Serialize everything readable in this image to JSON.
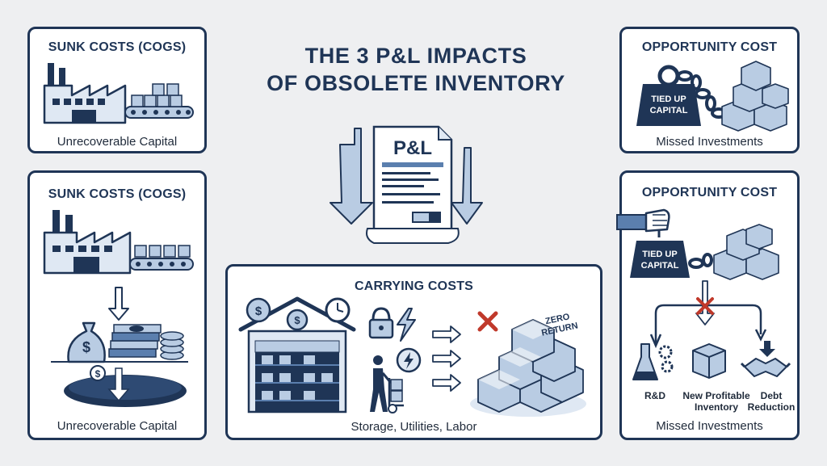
{
  "title": {
    "line1": "THE 3 P&L IMPACTS",
    "line2": "OF OBSOLETE INVENTORY"
  },
  "pnl_document": {
    "label": "P&L"
  },
  "panels": {
    "top_left": {
      "title": "SUNK COSTS (COGS)",
      "caption": "Unrecoverable Capital"
    },
    "bottom_left": {
      "title": "SUNK COSTS (COGS)",
      "caption": "Unrecoverable Capital"
    },
    "top_right": {
      "title": "OPPORTUNITY COST",
      "caption": "Missed Investments",
      "weight_label_1": "TIED UP",
      "weight_label_2": "CAPITAL"
    },
    "bottom_right": {
      "title": "OPPORTUNITY COST",
      "caption": "Missed Investments",
      "weight_label_1": "TIED UP",
      "weight_label_2": "CAPITAL",
      "options": [
        {
          "label_1": "R&D",
          "label_2": ""
        },
        {
          "label_1": "New Profitable",
          "label_2": "Inventory"
        },
        {
          "label_1": "Debt",
          "label_2": "Reduction"
        }
      ]
    },
    "center": {
      "title": "CARRYING COSTS",
      "caption": "Storage, Utilities, Labor",
      "zero_label_1": "ZERO",
      "zero_label_2": "RETURN"
    }
  },
  "colors": {
    "navy": "#1f3556",
    "mid_blue": "#5b7fae",
    "light_blue": "#b9cce3",
    "pale_blue": "#dfe8f3",
    "red": "#c0392b",
    "background": "#eeeff1"
  }
}
